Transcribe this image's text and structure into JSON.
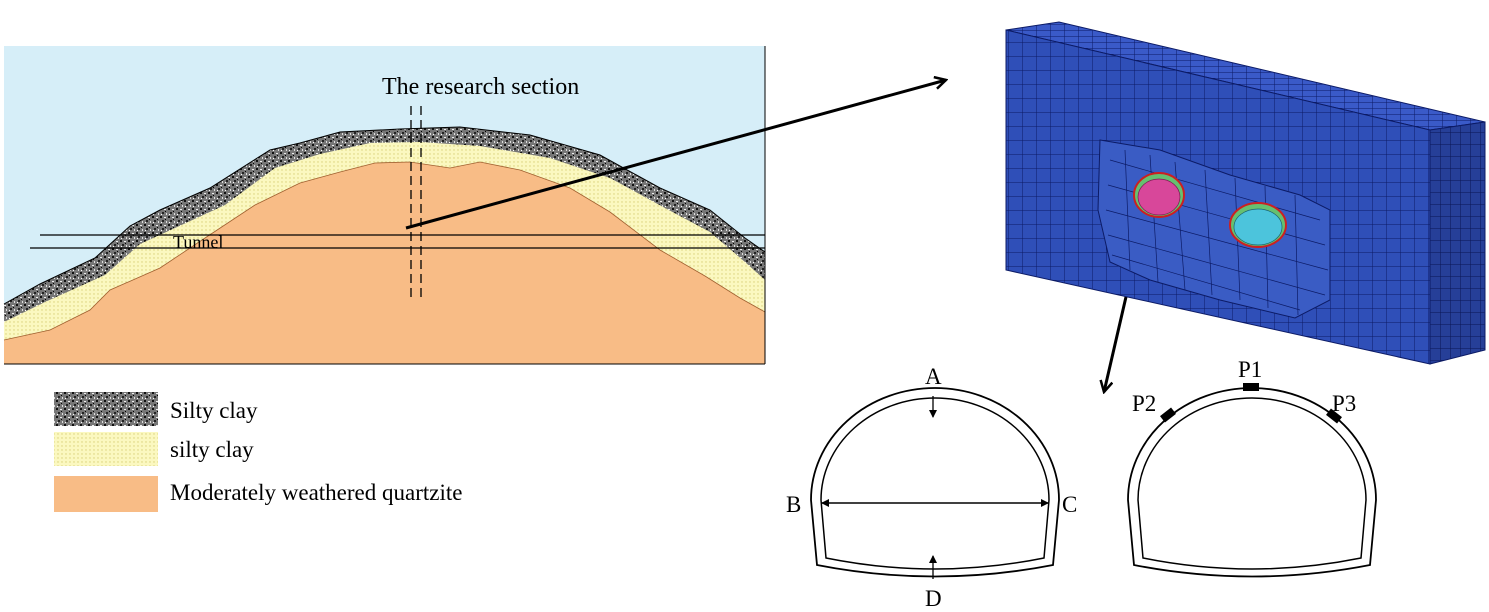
{
  "section_title": "The research section",
  "tunnel_label": "Tunnel",
  "legend": [
    {
      "label": "Silty clay",
      "swatch": "speckled-dark"
    },
    {
      "label": "silty clay",
      "swatch": "dotted-yellow"
    },
    {
      "label": "Moderately weathered quartzite",
      "swatch": "solid-orange"
    }
  ],
  "colors": {
    "sky": "#d6eef8",
    "quartzite": "#f8bc86",
    "silty_clay_yellow": "#fbf8c0",
    "silty_clay_dark": "#4a4a4a",
    "mesh_blue": "#2f4fb8",
    "mesh_line": "#0c1b66",
    "tunnel_left_fill": "#d8479a",
    "tunnel_right_fill": "#4cc4dc",
    "lining_red": "#cc2020"
  },
  "convergence_points": {
    "top": "A",
    "left": "B",
    "right": "C",
    "bottom": "D"
  },
  "pressure_points": {
    "crown": "P1",
    "left_shoulder": "P2",
    "right_shoulder": "P3"
  }
}
